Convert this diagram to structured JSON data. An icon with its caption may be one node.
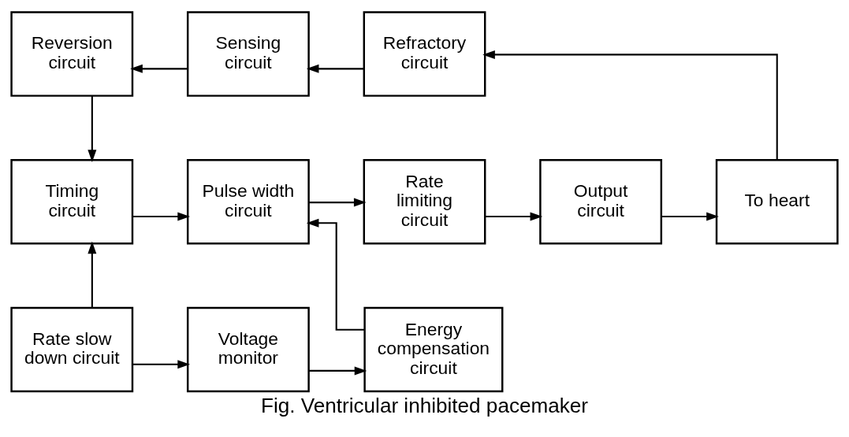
{
  "diagram": {
    "caption": "Fig. Ventricular inhibited pacemaker",
    "nodes": [
      {
        "text": [
          "Reversion circuit"
        ]
      },
      {
        "text": [
          "Sensing circuit"
        ]
      },
      {
        "text": [
          "Refractory circuit"
        ]
      },
      {
        "text": [
          "Timing circuit"
        ]
      },
      {
        "text": [
          "Pulse width circuit"
        ]
      },
      {
        "text": [
          "Rate limiting circuit"
        ]
      },
      {
        "text": [
          "Output circuit"
        ]
      },
      {
        "text": [
          "To heart"
        ]
      },
      {
        "text": [
          "Rate slow down circuit"
        ]
      },
      {
        "text": [
          "Voltage monitor"
        ]
      },
      {
        "text": [
          "Energy compensation circuit"
        ]
      }
    ],
    "edges": [
      {
        "from": 7,
        "to": 2,
        "arrow": "to"
      },
      {
        "from": 2,
        "to": 1,
        "arrow": "to"
      },
      {
        "from": 1,
        "to": 0,
        "arrow": "to"
      },
      {
        "from": 0,
        "to": 3,
        "arrow": "to"
      },
      {
        "from": 3,
        "to": 4,
        "arrow": "to"
      },
      {
        "from": 4,
        "to": 5,
        "arrow": "to"
      },
      {
        "from": 5,
        "to": 6,
        "arrow": "to"
      },
      {
        "from": 6,
        "to": 7,
        "arrow": "to"
      },
      {
        "from": 8,
        "to": 3,
        "arrow": "to"
      },
      {
        "from": 8,
        "to": 9,
        "arrow": "to"
      },
      {
        "from": 9,
        "to": 10,
        "arrow": "to"
      },
      {
        "from": 10,
        "to": 4,
        "arrow": "to"
      }
    ]
  }
}
